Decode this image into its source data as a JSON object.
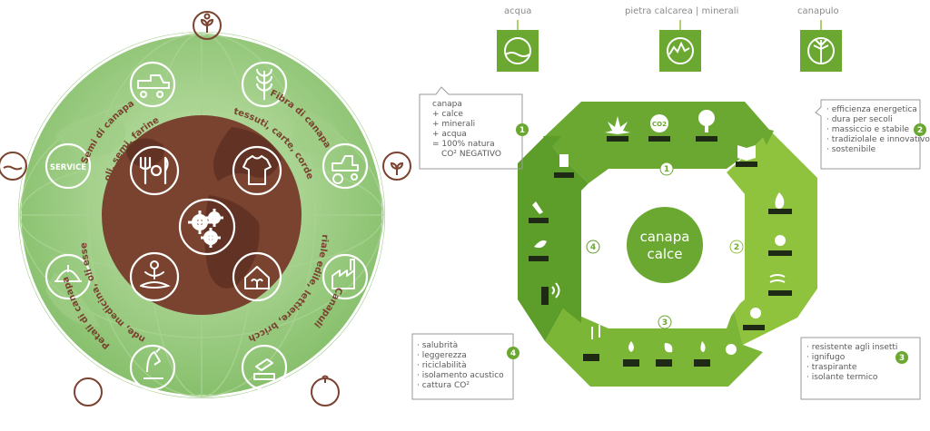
{
  "globe": {
    "center_label": "",
    "service_label": "SERVICE",
    "arc_labels": {
      "semi": "Semi di canapa",
      "oli_semi": "oli, semi, farine",
      "fibra": "Fibra di canapa",
      "tessuti": "tessuti, carte, corde",
      "canapuli": "Canapuli",
      "materiale": "materiale edile, lettiere, bricchette",
      "petali": "Petali di canapa",
      "bevande": "bevande, medicina, oli essenziali"
    },
    "icons": [
      "sprout-circle-icon",
      "water-circle-icon",
      "plant-circle-icon",
      "globe-circle-icon",
      "blank-circle-icon"
    ]
  },
  "top_headers": {
    "acqua": "acqua",
    "pietra": "pietra calcarea | minerali",
    "canapulo": "canapulo"
  },
  "center": {
    "line1": "canapa",
    "line2": "calce"
  },
  "step_numbers": [
    "1",
    "2",
    "3",
    "4"
  ],
  "notes": {
    "n1": {
      "num": "1",
      "lines": [
        "canapa",
        "+ calce",
        "+ minerali",
        "+ acqua",
        "= 100% natura",
        "CO² NEGATIVO"
      ]
    },
    "n2": {
      "num": "2",
      "lines": [
        "· efficienza energetica",
        "· dura per secoli",
        "· massiccio e stabile",
        "· tradiziolale e innovativo",
        "· sostenibile"
      ]
    },
    "n3": {
      "num": "3",
      "lines": [
        "· resistente agli insetti",
        "· ignifugo",
        "· traspirante",
        "· isolante termico"
      ]
    },
    "n4": {
      "num": "4",
      "lines": [
        "· salubrità",
        "· leggerezza",
        "· riciclabilità",
        "· isolamento acustico",
        "· cattura CO²"
      ]
    }
  },
  "colors": {
    "green_dark": "#5d9e2a",
    "green_light": "#8fc23d",
    "brown": "#7a4330",
    "globe_green": "#8cc476"
  }
}
